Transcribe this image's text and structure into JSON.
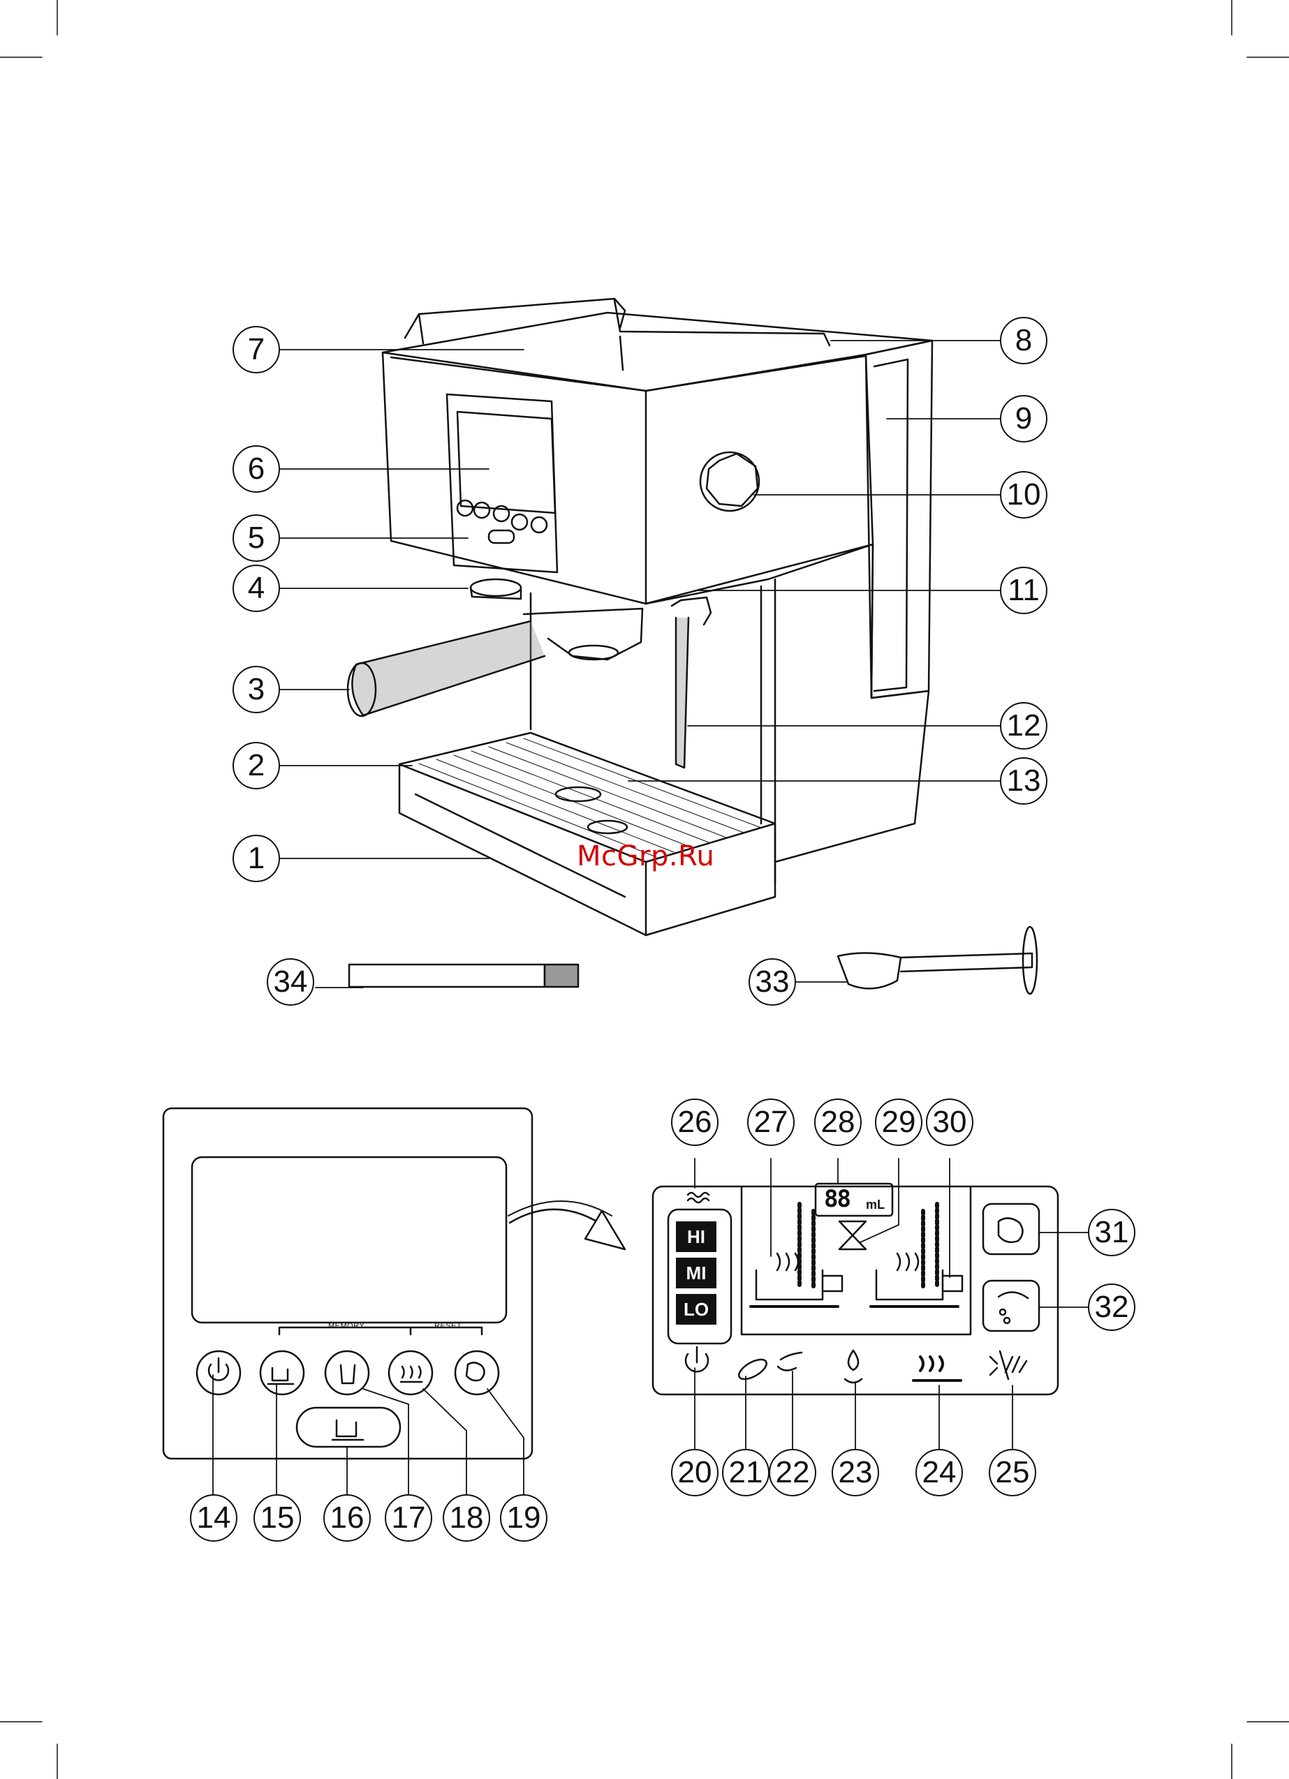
{
  "watermark": "McGrp.Ru",
  "callouts": {
    "c1": "1",
    "c2": "2",
    "c3": "3",
    "c4": "4",
    "c5": "5",
    "c6": "6",
    "c7": "7",
    "c8": "8",
    "c9": "9",
    "c10": "10",
    "c11": "11",
    "c12": "12",
    "c13": "13",
    "c14": "14",
    "c15": "15",
    "c16": "16",
    "c17": "17",
    "c18": "18",
    "c19": "19",
    "c20": "20",
    "c21": "21",
    "c22": "22",
    "c23": "23",
    "c24": "24",
    "c25": "25",
    "c26": "26",
    "c27": "27",
    "c28": "28",
    "c29": "29",
    "c30": "30",
    "c31": "31",
    "c32": "32",
    "c33": "33",
    "c34": "34"
  },
  "control_panel": {
    "memory_label": "MEMORY",
    "reset_label": "RESET"
  },
  "lcd": {
    "level_hi": "HI",
    "level_mi": "MI",
    "level_lo": "LO",
    "volume_digits": "88",
    "volume_unit": "mL"
  },
  "colors": {
    "line": "#111111",
    "steam_wand": "#8a8a8a",
    "watermark": "#d40000"
  }
}
